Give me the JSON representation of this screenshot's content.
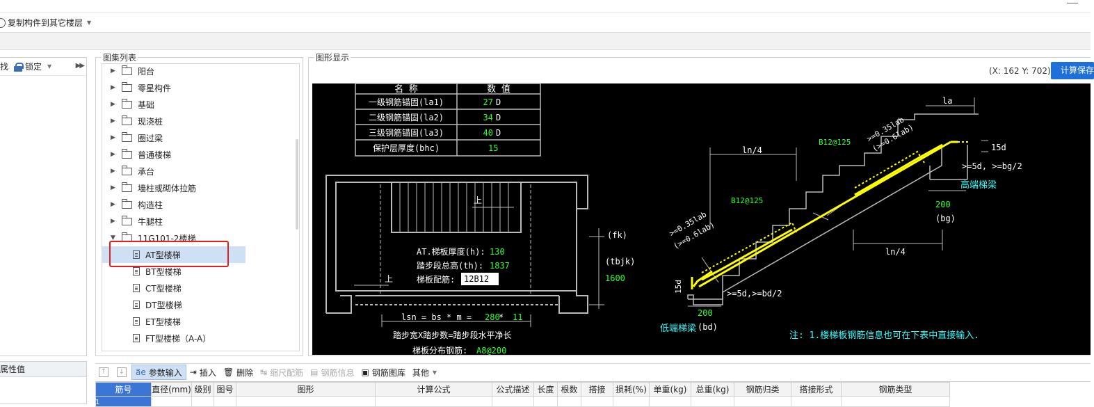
{
  "toolbar": {
    "copy_label": "复制构件到其它楼层"
  },
  "left_panel": {
    "find_label": "找",
    "lock_label": "锁定",
    "attr_title": "属性值"
  },
  "tree": {
    "title": "图集列表",
    "folders": [
      "阳台",
      "零星构件",
      "基础",
      "现浇桩",
      "圈过梁",
      "普通楼梯",
      "承台",
      "墙柱或砌体拉筋",
      "构造柱",
      "牛腿柱"
    ],
    "expanded_folder": "11G101-2楼梯",
    "items": [
      "AT型楼梯",
      "BT型楼梯",
      "CT型楼梯",
      "DT型楼梯",
      "ET型楼梯",
      "FT型楼梯（A-A）"
    ],
    "selected_item": "AT型楼梯"
  },
  "graphic": {
    "title": "图形显示",
    "coords": "(X: 162 Y: 702)",
    "calc_button": "计算保存",
    "param_table": {
      "headers": [
        "名 称",
        "数 值"
      ],
      "rows": [
        {
          "name": "一级钢筋锚固(la1)",
          "value": "27",
          "unit": "D"
        },
        {
          "name": "二级钢筋锚固(la2)",
          "value": "34",
          "unit": "D"
        },
        {
          "name": "三级钢筋锚固(la3)",
          "value": "40",
          "unit": "D"
        },
        {
          "name": "保护层厚度(bhc)",
          "value": "15",
          "unit": ""
        }
      ]
    },
    "plan": {
      "up1": "上",
      "up2": "上",
      "thickness_label": "AT.梯板厚度(h):",
      "thickness_value": "130",
      "height_label": "踏步段总高(th):",
      "height_value": "1837",
      "rebar_label": "梯板配筋:",
      "rebar_value": "12B12",
      "fk": "(fk)",
      "tbjk": "(tbjk)",
      "tbjk_value": "1600",
      "lsn_label": "lsn = bs * m = ",
      "lsn_bs": "280",
      "lsn_op": " * ",
      "lsn_m": "11",
      "formula": "踏步宽X踏步数=踏步段水平净长",
      "dist_label": "梯板分布钢筋:",
      "dist_value": "A8@200"
    },
    "section": {
      "la": "la",
      "ln4_top": "ln/4",
      "ln4_bottom": "ln/4",
      "b12_top": "B12@125",
      "b12_mid": "B12@125",
      "lab35_top": ">=0.35lab",
      "lab6_top": "(>=0.6lab)",
      "lab35_bot": ">=0.35lab",
      "lab6_bot": "(>=0.6lab)",
      "d15_top": "15d",
      "d15_bot": "15d",
      "d5_top": ">=5d, >=bg/2",
      "d5_bot": ">=5d,>=bd/2",
      "high_beam": "高端梯梁",
      "low_beam": "低端梯梁",
      "v200_top": "200",
      "v200_bot": "200",
      "bg": "(bg)",
      "bd": "(bd)"
    },
    "note": "注: 1.楼梯板钢筋信息也可在下表中直接输入."
  },
  "bottom_toolbar": {
    "param_input": "参数输入",
    "insert": "插入",
    "delete": "删除",
    "scale_rebar": "缩尺配筋",
    "rebar_info": "钢筋信息",
    "rebar_library": "钢筋图库",
    "other": "其他"
  },
  "table": {
    "headers": [
      "筋号",
      "直径(mm)",
      "级别",
      "图号",
      "图形",
      "计算公式",
      "公式描述",
      "长度",
      "根数",
      "搭接",
      "损耗(%)",
      "单重(kg)",
      "总重(kg)",
      "钢筋归类",
      "搭接形式",
      "钢筋类型"
    ],
    "first_row_num": "1"
  },
  "colors": {
    "accent": "#1e6fd9",
    "cad_green": "#33ff33",
    "cad_yellow": "#ffff00",
    "cad_cyan": "#33ffff",
    "selection": "#cfe0f5"
  }
}
